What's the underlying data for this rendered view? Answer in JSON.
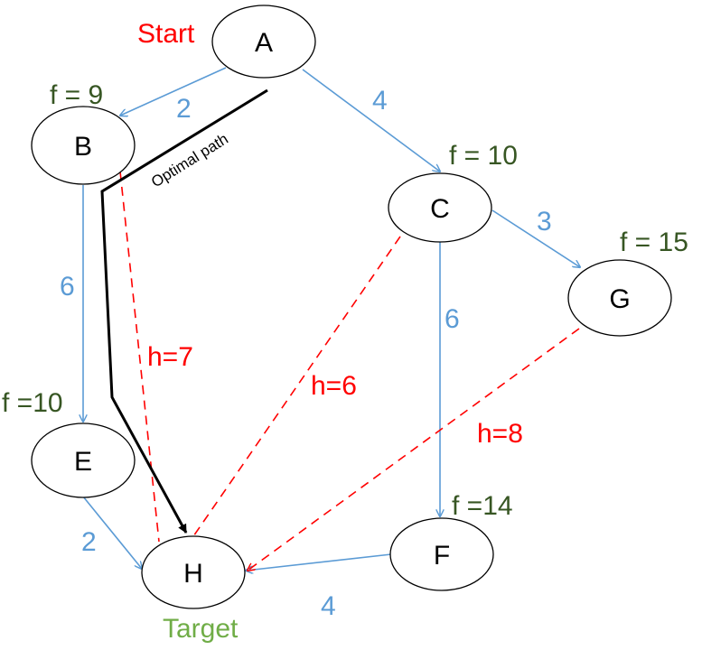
{
  "colors": {
    "edge": "#5b9bd5",
    "heuristic": "#ff0000",
    "f_value": "#375623",
    "start": "#ff0000",
    "target": "#70ad47",
    "optimal_path": "#000000"
  },
  "nodes": {
    "A": "A",
    "B": "B",
    "C": "C",
    "E": "E",
    "F": "F",
    "G": "G",
    "H": "H"
  },
  "edges": {
    "A_B": "2",
    "A_C": "4",
    "B_E": "6",
    "C_G": "3",
    "C_F": "6",
    "E_H": "2",
    "F_H": "4"
  },
  "heuristics": {
    "B_H": "h=7",
    "C_H": "h=6",
    "G_H": "h=8"
  },
  "f_values": {
    "B": "f = 9",
    "C": "f = 10",
    "G": "f = 15",
    "E": "f =10",
    "F": "f =14"
  },
  "labels": {
    "start": "Start",
    "target": "Target",
    "optimal_path": "Optimal path"
  }
}
